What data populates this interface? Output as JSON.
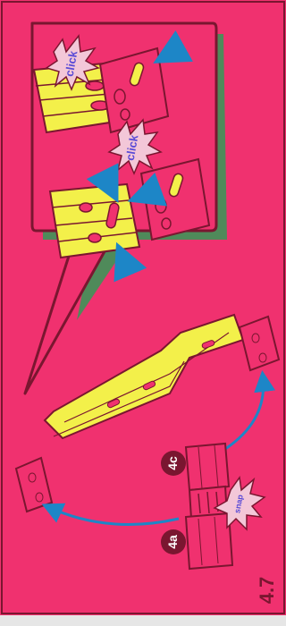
{
  "step": {
    "number": "4.7"
  },
  "sounds": {
    "click_top": "click",
    "click_bottom": "click",
    "snap": "snap"
  },
  "part_labels": {
    "left_piece": "4a",
    "right_piece": "4c"
  },
  "colors": {
    "background": "#f0316f",
    "outline": "#7a1630",
    "yellow": "#f3f04a",
    "bubble_shadow": "#4f8a5a",
    "arrow_blue": "#1d86c7",
    "burst_fill": "#f3c7d8",
    "burst_text": "#5a4bd6"
  }
}
